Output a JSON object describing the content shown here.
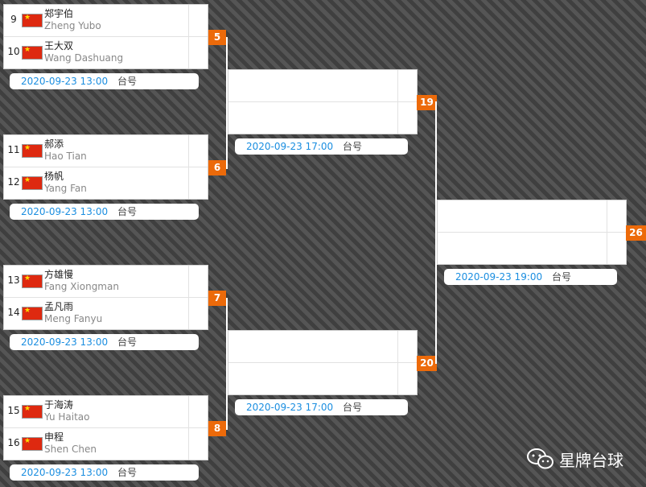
{
  "round1": [
    {
      "match": "5",
      "date": "2020-09-23 13:00",
      "table_label": "台号",
      "players": [
        {
          "seed": "9",
          "cn": "郑宇伯",
          "en": "Zheng Yubo"
        },
        {
          "seed": "10",
          "cn": "王大双",
          "en": "Wang Dashuang"
        }
      ]
    },
    {
      "match": "6",
      "date": "2020-09-23 13:00",
      "table_label": "台号",
      "players": [
        {
          "seed": "11",
          "cn": "郝添",
          "en": "Hao Tian"
        },
        {
          "seed": "12",
          "cn": "杨帆",
          "en": "Yang Fan"
        }
      ]
    },
    {
      "match": "7",
      "date": "2020-09-23 13:00",
      "table_label": "台号",
      "players": [
        {
          "seed": "13",
          "cn": "方雄慢",
          "en": "Fang Xiongman"
        },
        {
          "seed": "14",
          "cn": "孟凡雨",
          "en": "Meng Fanyu"
        }
      ]
    },
    {
      "match": "8",
      "date": "2020-09-23 13:00",
      "table_label": "台号",
      "players": [
        {
          "seed": "15",
          "cn": "于海涛",
          "en": "Yu Haitao"
        },
        {
          "seed": "16",
          "cn": "申程",
          "en": "Shen Chen"
        }
      ]
    }
  ],
  "round2": [
    {
      "match": "19",
      "date": "2020-09-23 17:00",
      "table_label": "台号"
    },
    {
      "match": "20",
      "date": "2020-09-23 17:00",
      "table_label": "台号"
    }
  ],
  "round3": {
    "match": "26",
    "date": "2020-09-23 19:00",
    "table_label": "台号"
  },
  "watermark": {
    "text": "星牌台球",
    "icon": "wechat-icon"
  },
  "colors": {
    "match_badge": "#ec6a0a",
    "date_text": "#1b8ee0",
    "flag_red": "#de2910",
    "flag_star": "#ffde00"
  }
}
